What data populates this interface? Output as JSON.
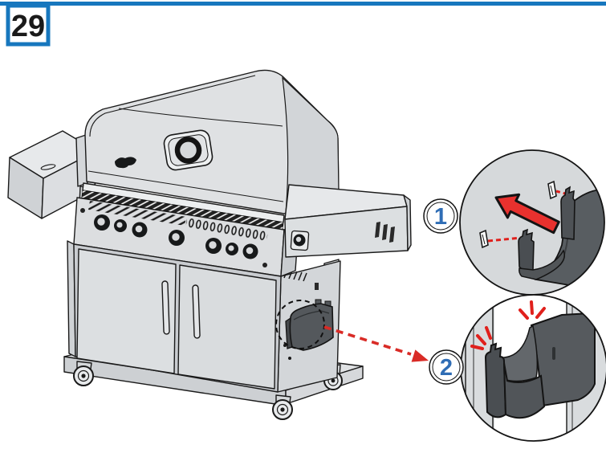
{
  "page": {
    "background": "#ffffff"
  },
  "header": {
    "step_number": "29",
    "bar_color": "#1777be"
  },
  "callouts": {
    "step1_label": "1",
    "step2_label": "2"
  },
  "colors": {
    "accent_blue": "#1777be",
    "callout_number_blue": "#2f6db5",
    "arrow_red": "#e8312e",
    "bracket_gray": "#54585c",
    "grill_body_gray": "#dfe1e3",
    "panel_shade_gray": "#cdd0d3",
    "outline_black": "#1a1a1a"
  },
  "illustration": {
    "parts": [
      "gas-grill",
      "grill-lid",
      "lid-thermometer",
      "brand-logo",
      "control-panel-knobs",
      "cabinet-doors",
      "casters",
      "left-side-shelf",
      "right-side-shelf",
      "condiment-bracket",
      "mounting-slot-keyholes",
      "dashed-highlight-circle",
      "insert-direction-arrow",
      "snap-click-marks"
    ]
  }
}
